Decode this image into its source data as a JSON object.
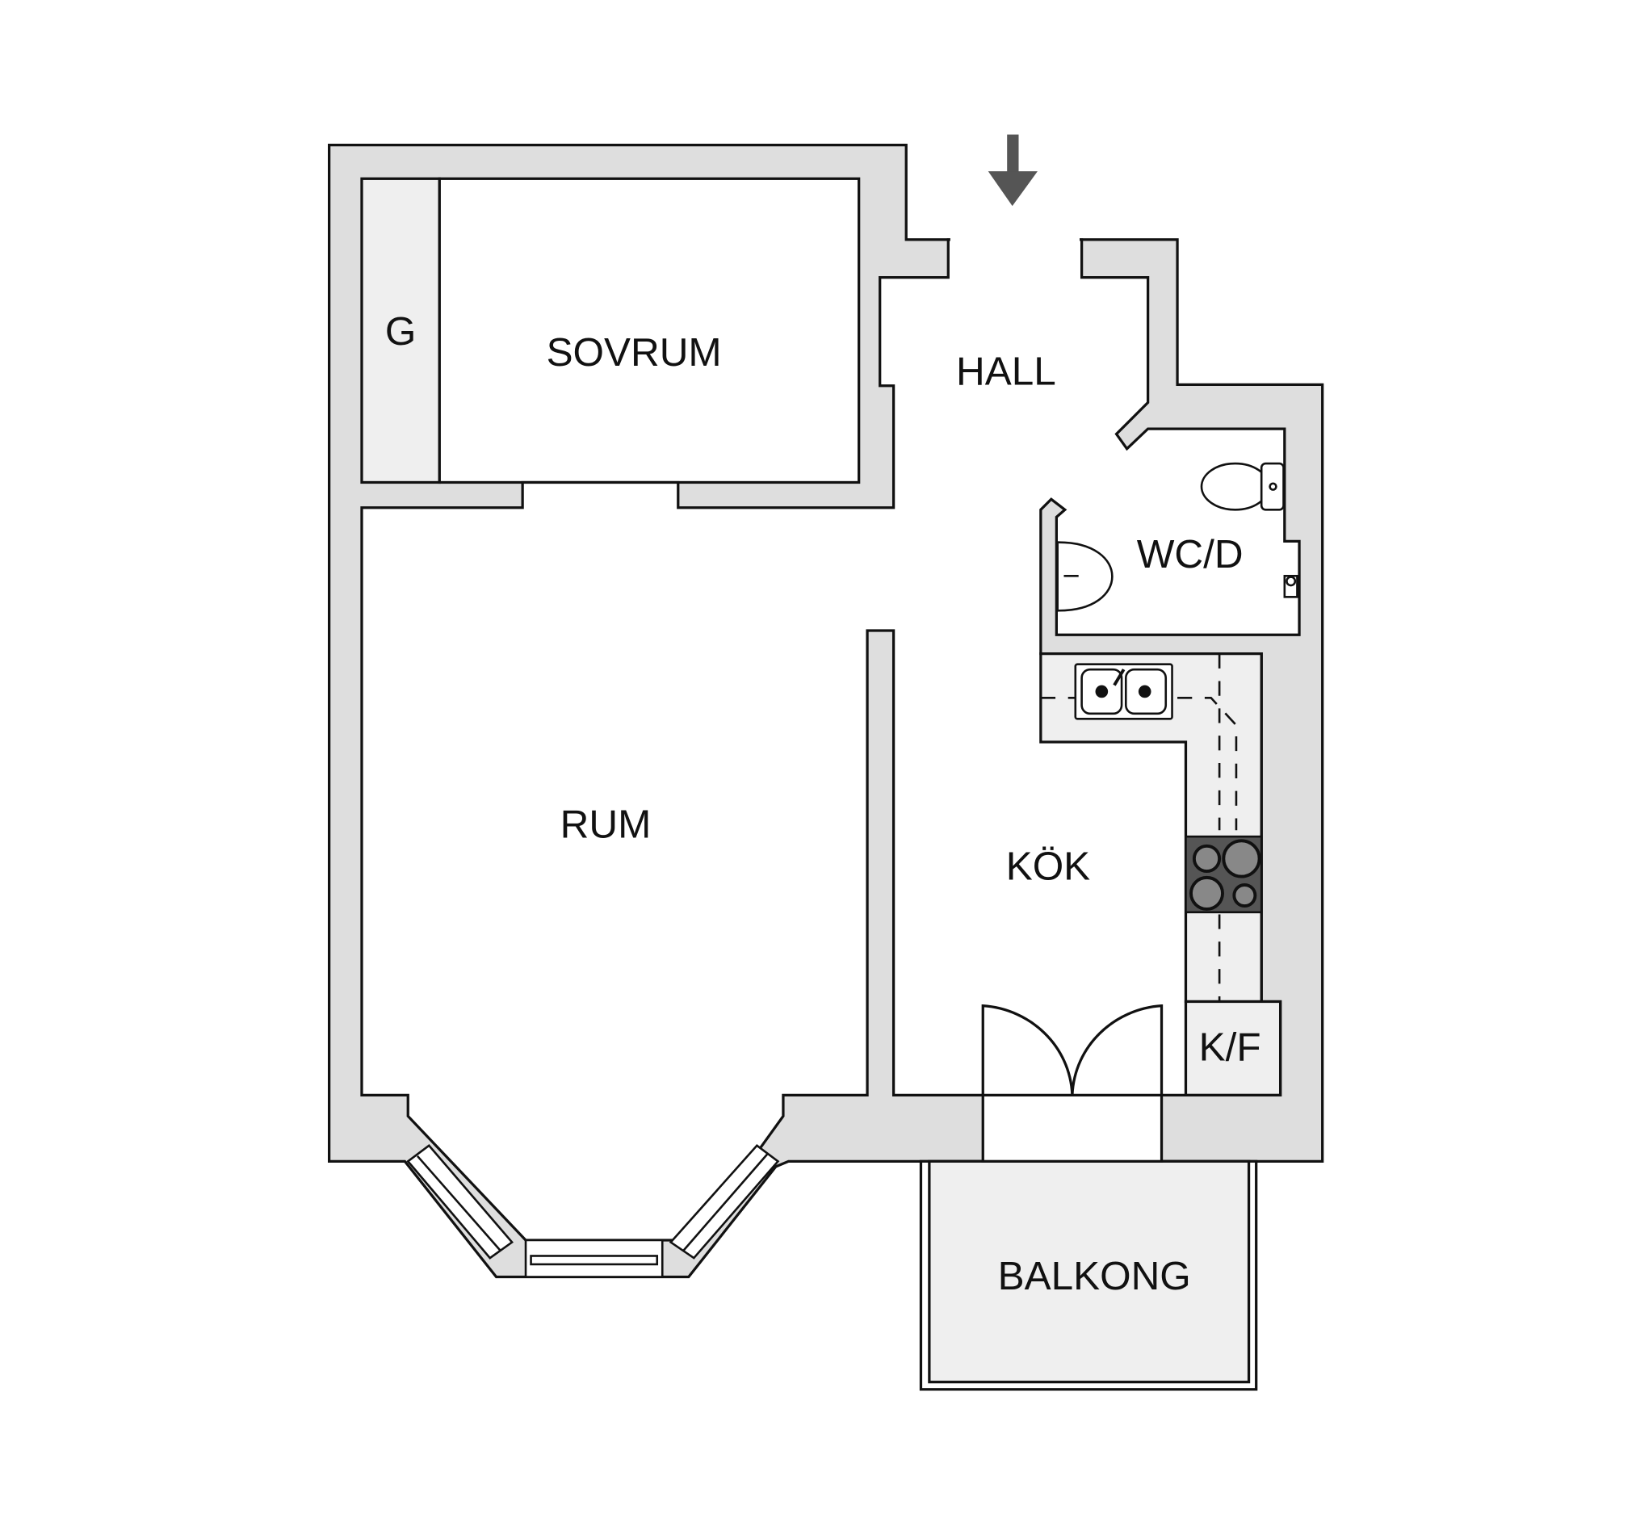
{
  "plan": {
    "rooms": {
      "closet": "G",
      "bedroom": "SOVRUM",
      "hall": "HALL",
      "bathroom": "WC/D",
      "living_room": "RUM",
      "kitchen": "KÖK",
      "fridge_freezer": "K/F",
      "balcony": "BALKONG"
    },
    "icons": [
      "entrance-arrow-icon",
      "toilet-icon",
      "sink-icon",
      "kitchen-sink-icon",
      "stove-icon",
      "balcony-door-icon",
      "bay-window-icon"
    ],
    "colors": {
      "wall": "#dedede",
      "fixture": "#efefef",
      "stove": "#555555",
      "line": "#111111"
    }
  }
}
